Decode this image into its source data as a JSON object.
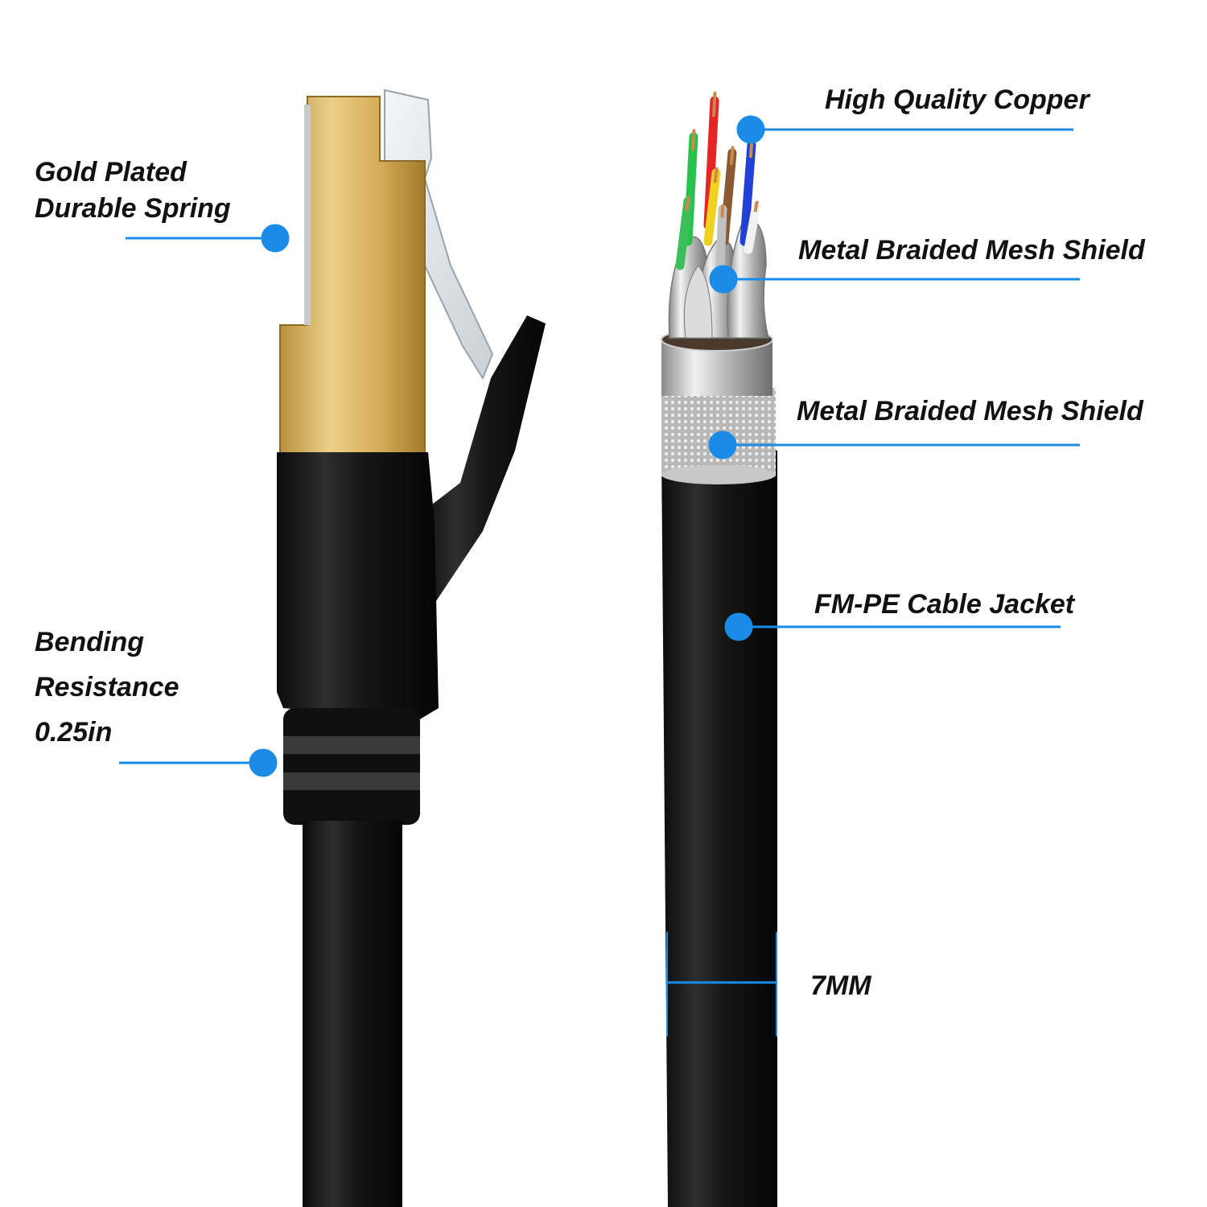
{
  "colors": {
    "background": "#ffffff",
    "callout_blue": "#1a8be6",
    "gold": "#d6ad55",
    "cable_black": "#141414",
    "label_text": "#111111"
  },
  "callouts": {
    "gold_plated": {
      "lines": [
        "Gold Plated",
        "Durable Spring"
      ]
    },
    "bending": {
      "lines": [
        "Bending",
        "Resistance",
        "0.25in"
      ]
    },
    "copper": {
      "text": "High Quality Copper"
    },
    "braided_mesh_1": {
      "text": "Metal Braided Mesh Shield"
    },
    "braided_mesh_2": {
      "text": "Metal Braided Mesh Shield"
    },
    "jacket": {
      "text": "FM-PE Cable Jacket"
    },
    "diameter": {
      "text": "7MM"
    }
  },
  "wire_colors": [
    "#27c24c",
    "#e52525",
    "#8a5a35",
    "#2340d6",
    "#f0d020",
    "#f2f2f2",
    "#3cbf5a",
    "#c0c0c0"
  ]
}
